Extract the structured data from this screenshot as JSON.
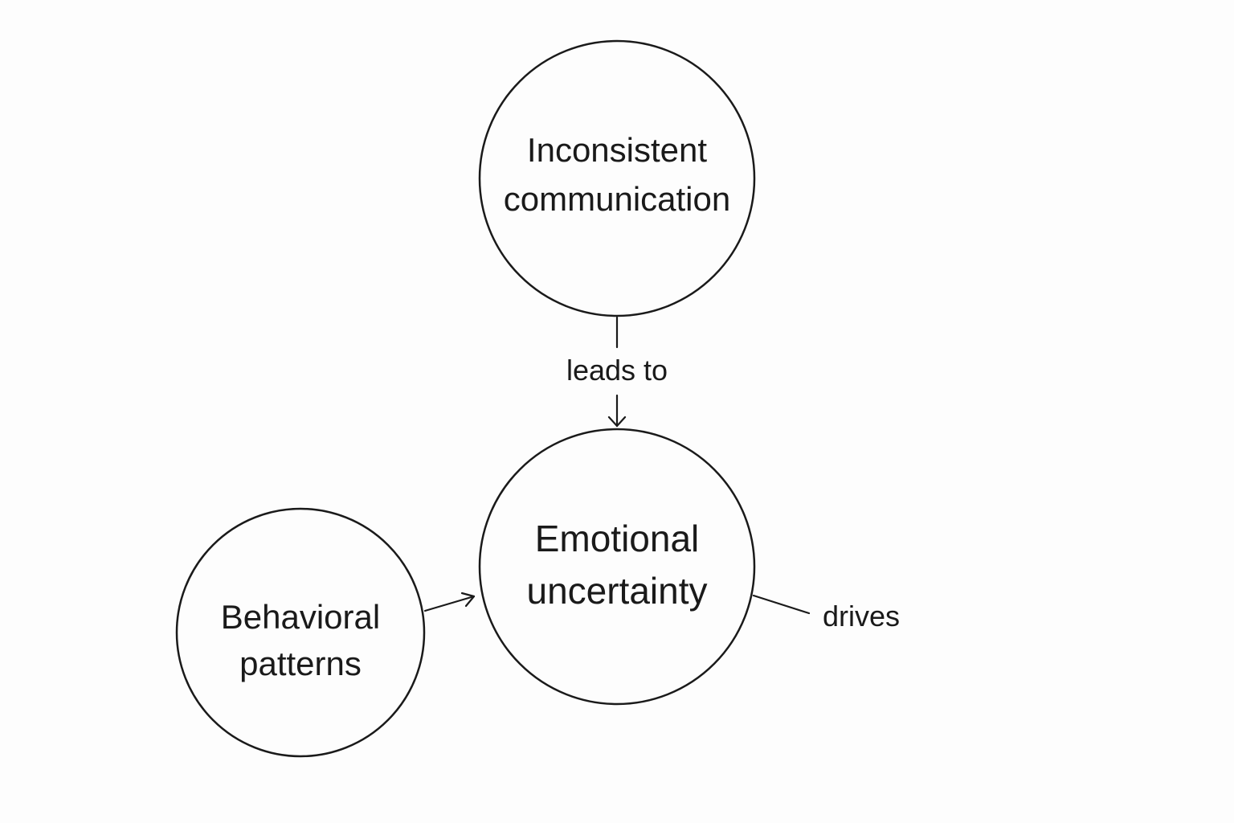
{
  "nodes": {
    "inconsistent": {
      "line1": "Inconsistent",
      "line2": "communication"
    },
    "emotional": {
      "line1": "Emotional",
      "line2": "uncertainty"
    },
    "behavioral": {
      "line1": "Behavioral",
      "line2": "patterns"
    }
  },
  "edges": {
    "leads_to": "leads to",
    "drives": "drives"
  }
}
